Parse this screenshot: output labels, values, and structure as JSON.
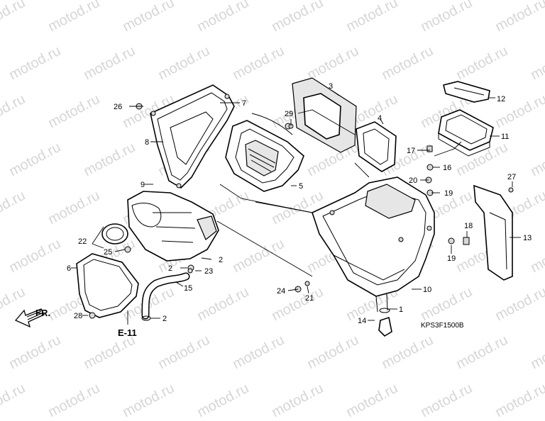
{
  "watermark": "motod.ru",
  "diagram_code": "KPS3F1500B",
  "ref_label": "E-11",
  "direction_label": "FR.",
  "callouts": {
    "c1": "1",
    "c2a": "2",
    "c2b": "2",
    "c2c": "2",
    "c3": "3",
    "c4": "4",
    "c5": "5",
    "c6": "6",
    "c7": "7",
    "c8": "8",
    "c9": "9",
    "c10": "10",
    "c11": "11",
    "c12": "12",
    "c13": "13",
    "c14": "14",
    "c15": "15",
    "c16": "16",
    "c17": "17",
    "c18": "18",
    "c19a": "19",
    "c19b": "19",
    "c20": "20",
    "c21": "21",
    "c22": "22",
    "c23": "23",
    "c24": "24",
    "c25": "25",
    "c26": "26",
    "c27": "27",
    "c28": "28",
    "c29": "29"
  }
}
